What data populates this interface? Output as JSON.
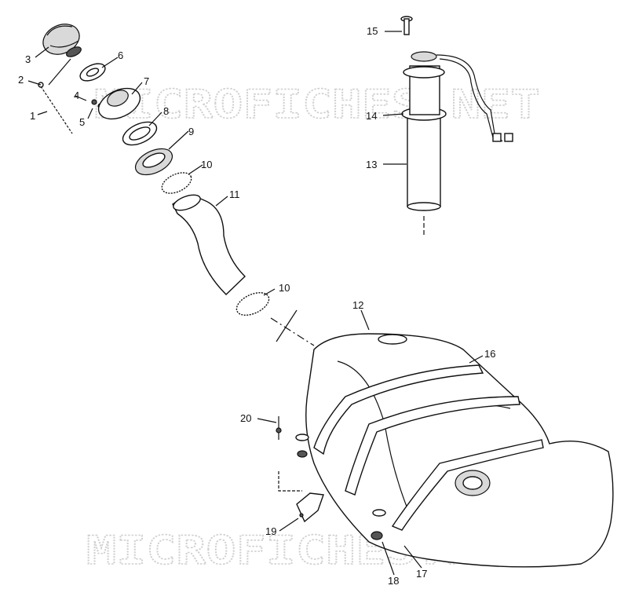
{
  "watermarks": [
    "MICROFICHES.NET",
    "MICROFICHES.NET"
  ],
  "callouts": [
    "1",
    "2",
    "3",
    "4",
    "5",
    "6",
    "7",
    "8",
    "9",
    "10",
    "11",
    "10",
    "12",
    "13",
    "14",
    "15",
    "16",
    "17",
    "18",
    "19",
    "20"
  ]
}
